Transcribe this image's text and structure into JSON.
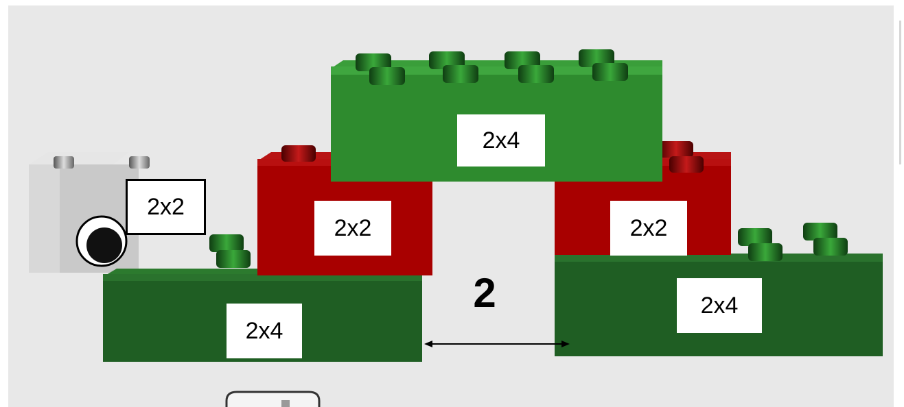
{
  "bricks": {
    "top_green": {
      "label": "2x4",
      "color": "#2e8b2e"
    },
    "left_red": {
      "label": "2x2",
      "color": "#a80000"
    },
    "right_red": {
      "label": "2x2",
      "color": "#a80000"
    },
    "bottom_left_green": {
      "label": "2x4",
      "color": "#1f5e23"
    },
    "bottom_right_green": {
      "label": "2x4",
      "color": "#1f5e23"
    },
    "white_eye_brick": {
      "label": "2x2",
      "color": "#d4d4d4"
    }
  },
  "gap": {
    "value": "2"
  },
  "colors": {
    "background": "#e8e8e8",
    "arrow": "#000000"
  }
}
